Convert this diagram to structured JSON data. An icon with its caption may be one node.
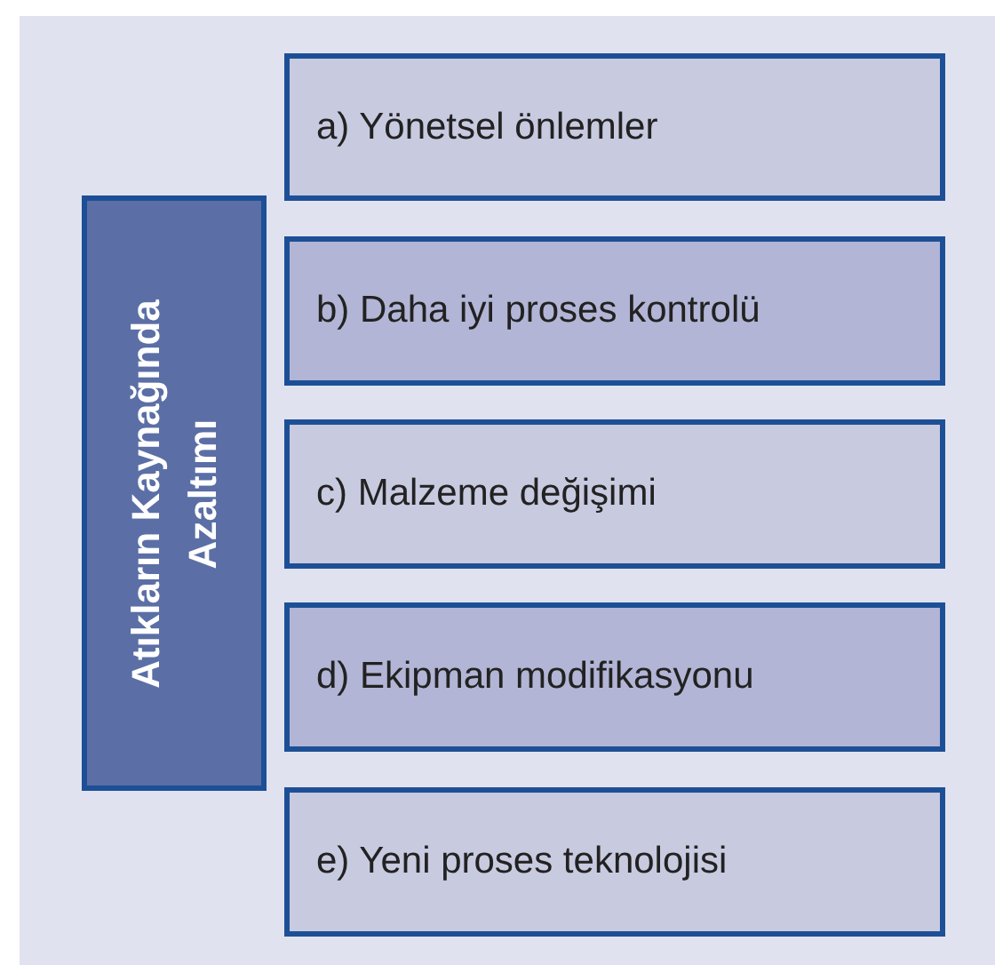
{
  "diagram": {
    "nodes": [
      {
        "text": [
          "Atıkların Kaynağında Azaltımı"
        ]
      },
      {
        "text": [
          "a) Yönetsel önlemler"
        ]
      },
      {
        "text": [
          "b) Daha iyi proses kontrolü"
        ]
      },
      {
        "text": [
          "c) Malzeme değişimi"
        ]
      },
      {
        "text": [
          "d) Ekipman modifikasyonu"
        ]
      },
      {
        "text": [
          "e) Yeni proses teknolojisi"
        ]
      }
    ]
  }
}
